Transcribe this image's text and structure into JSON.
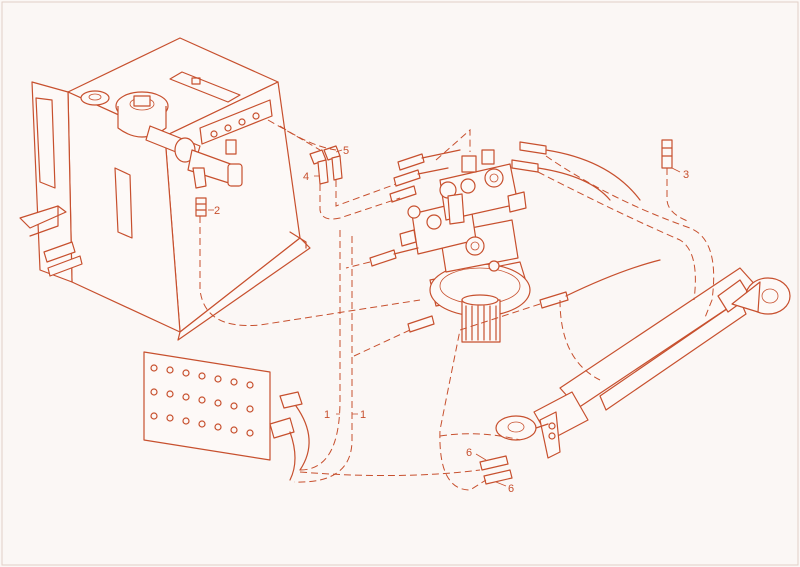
{
  "diagram": {
    "line_color": "#c7502e",
    "background": "#fbf7f5",
    "callouts": [
      {
        "id": "c1a",
        "text": "1"
      },
      {
        "id": "c1b",
        "text": "1"
      },
      {
        "id": "c2",
        "text": "2"
      },
      {
        "id": "c3",
        "text": "3"
      },
      {
        "id": "c4",
        "text": "4"
      },
      {
        "id": "c5",
        "text": "5"
      },
      {
        "id": "c6a",
        "text": "6"
      },
      {
        "id": "c6b",
        "text": "6"
      }
    ]
  }
}
